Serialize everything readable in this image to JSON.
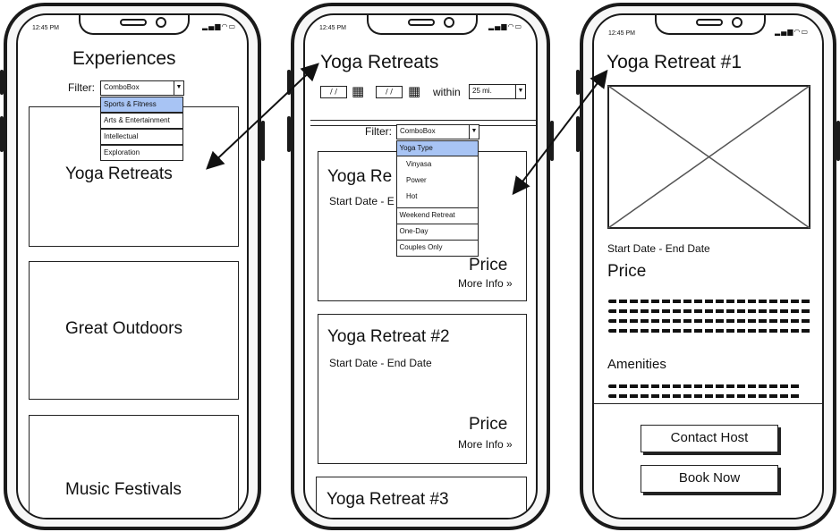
{
  "status": {
    "time": "12:45 PM"
  },
  "screen1": {
    "title": "Experiences",
    "filter_label": "Filter:",
    "combo_value": "ComboBox",
    "options": [
      "Sports & Fitness",
      "Arts & Entertainment",
      "Intellectual",
      "Exploration"
    ],
    "selected_option": "Sports & Fitness",
    "cards": [
      "Yoga Retreats",
      "Great Outdoors",
      "Music Festivals"
    ]
  },
  "screen2": {
    "title": "Yoga Retreats",
    "date_placeholder": "/ /",
    "within_label": "within",
    "distance_value": "25 mi.",
    "filter_label": "Filter:",
    "combo_value": "ComboBox",
    "options": {
      "yoga_type": "Yoga Type",
      "yoga_sub": [
        "Vinyasa",
        "Power",
        "Hot"
      ],
      "others": [
        "Weekend Retreat",
        "One-Day",
        "Couples Only"
      ]
    },
    "retreats": [
      {
        "name": "Yoga Re",
        "dates": "Start Date - E",
        "price": "Price",
        "more": "More Info"
      },
      {
        "name": "Yoga Retreat #2",
        "dates": "Start Date - End Date",
        "price": "Price",
        "more": "More Info"
      },
      {
        "name": "Yoga Retreat #3"
      }
    ]
  },
  "screen3": {
    "title": "Yoga Retreat #1",
    "dates": "Start Date - End Date",
    "price": "Price",
    "amenities_label": "Amenities",
    "contact_button": "Contact Host",
    "book_button": "Book Now"
  },
  "icons": {
    "calendar": "calendar-icon",
    "chevron": "double-chevron-right-icon",
    "dropdown": "chevron-down-icon",
    "image_placeholder": "image-placeholder-icon"
  }
}
